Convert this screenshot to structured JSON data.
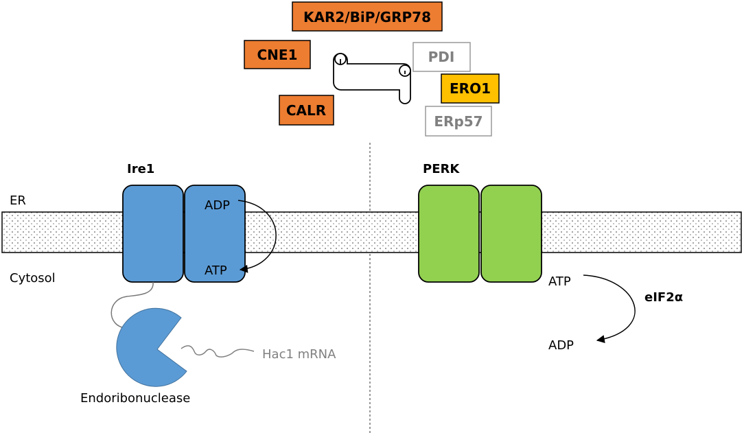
{
  "colors": {
    "chaperone_orange": "#ED7D31",
    "ero1_yellow": "#FFC000",
    "ire1_blue": "#5B9BD5",
    "perk_green": "#92D050",
    "gray_text": "#808080"
  },
  "chaperones": [
    {
      "label": "KAR2/BiP/GRP78",
      "style": "orange"
    },
    {
      "label": "CNE1",
      "style": "orange"
    },
    {
      "label": "CALR",
      "style": "orange"
    },
    {
      "label": "PDI",
      "style": "outline-gray"
    },
    {
      "label": "ERO1",
      "style": "yellow"
    },
    {
      "label": "ERp57",
      "style": "outline-gray"
    }
  ],
  "compartments": {
    "er": "ER",
    "cytosol": "Cytosol"
  },
  "ire1": {
    "title": "Ire1",
    "adp": "ADP",
    "atp": "ATP",
    "nuclease_label": "Endoribonuclease",
    "mrna_label": "Hac1 mRNA"
  },
  "perk": {
    "title": "PERK",
    "atp": "ATP",
    "adp": "ADP",
    "substrate": "eIF2α"
  }
}
